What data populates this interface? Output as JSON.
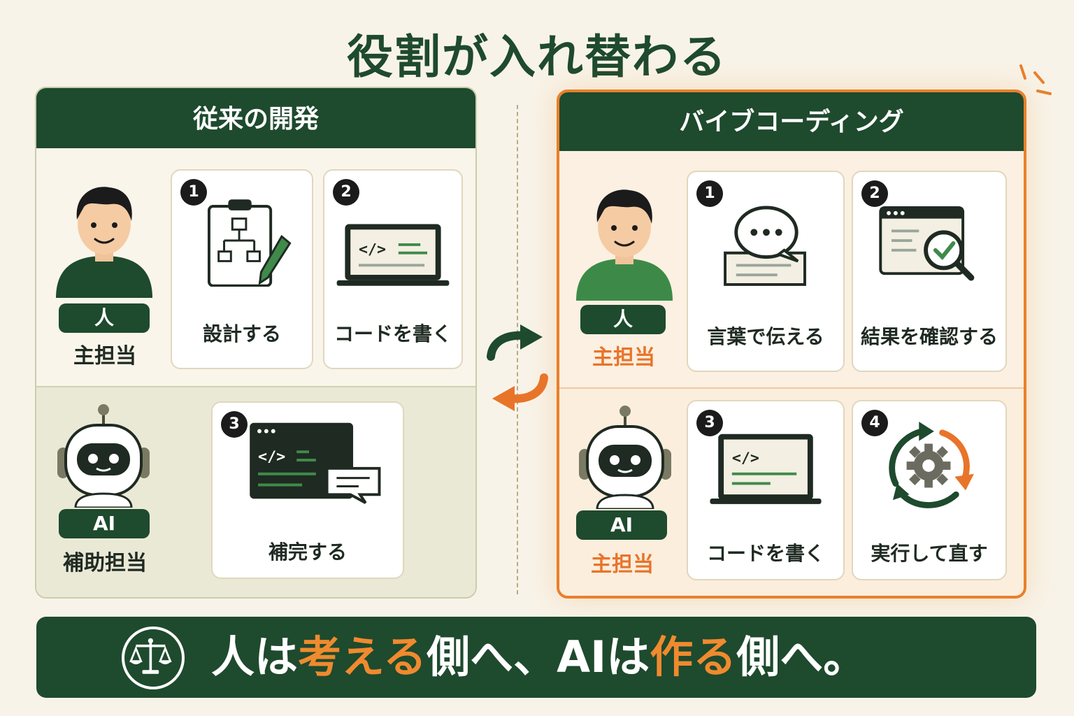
{
  "title": "役割が入れ替わる",
  "left_panel": {
    "header": "従来の開発",
    "human": {
      "tag": "人",
      "role": "主担当"
    },
    "ai": {
      "tag": "AI",
      "role": "補助担当"
    },
    "steps": [
      {
        "num": "1",
        "label": "設計する",
        "icon": "clipboard-flowchart-icon"
      },
      {
        "num": "2",
        "label": "コードを書く",
        "icon": "laptop-code-icon"
      },
      {
        "num": "3",
        "label": "補完する",
        "icon": "code-window-suggestion-icon"
      }
    ]
  },
  "right_panel": {
    "header": "バイブコーディング",
    "human": {
      "tag": "人",
      "role": "主担当"
    },
    "ai": {
      "tag": "AI",
      "role": "主担当"
    },
    "steps": [
      {
        "num": "1",
        "label": "言葉で伝える",
        "icon": "speech-bubble-icon"
      },
      {
        "num": "2",
        "label": "結果を確認する",
        "icon": "magnifier-check-icon"
      },
      {
        "num": "3",
        "label": "コードを書く",
        "icon": "laptop-code-icon"
      },
      {
        "num": "4",
        "label": "実行して直す",
        "icon": "gear-cycle-icon"
      }
    ]
  },
  "bottom_message": {
    "parts": [
      "人は",
      "考える",
      "側へ、",
      "AI",
      "は",
      "作る",
      "側へ。"
    ]
  },
  "colors": {
    "green": "#1e4a2e",
    "orange": "#e8802c",
    "background": "#f8f3e8"
  }
}
